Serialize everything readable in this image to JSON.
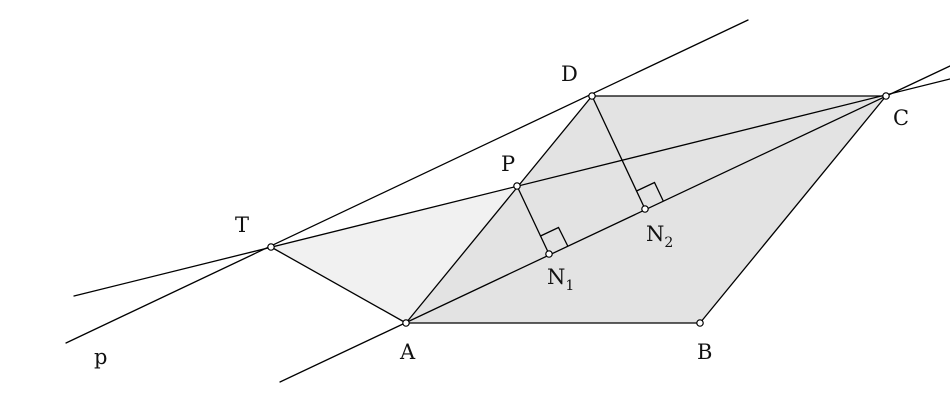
{
  "figure": {
    "line_label": "p",
    "points": {
      "A": "A",
      "B": "B",
      "C": "C",
      "D": "D",
      "P": "P",
      "T": "T",
      "N1": {
        "base": "N",
        "sub": "1"
      },
      "N2": {
        "base": "N",
        "sub": "2"
      }
    },
    "colors": {
      "stroke": "#000000",
      "parallelogram_fill": "#e3e3e3",
      "triangle_fill": "#f1f1f1",
      "point_fill": "#ffffff"
    }
  }
}
